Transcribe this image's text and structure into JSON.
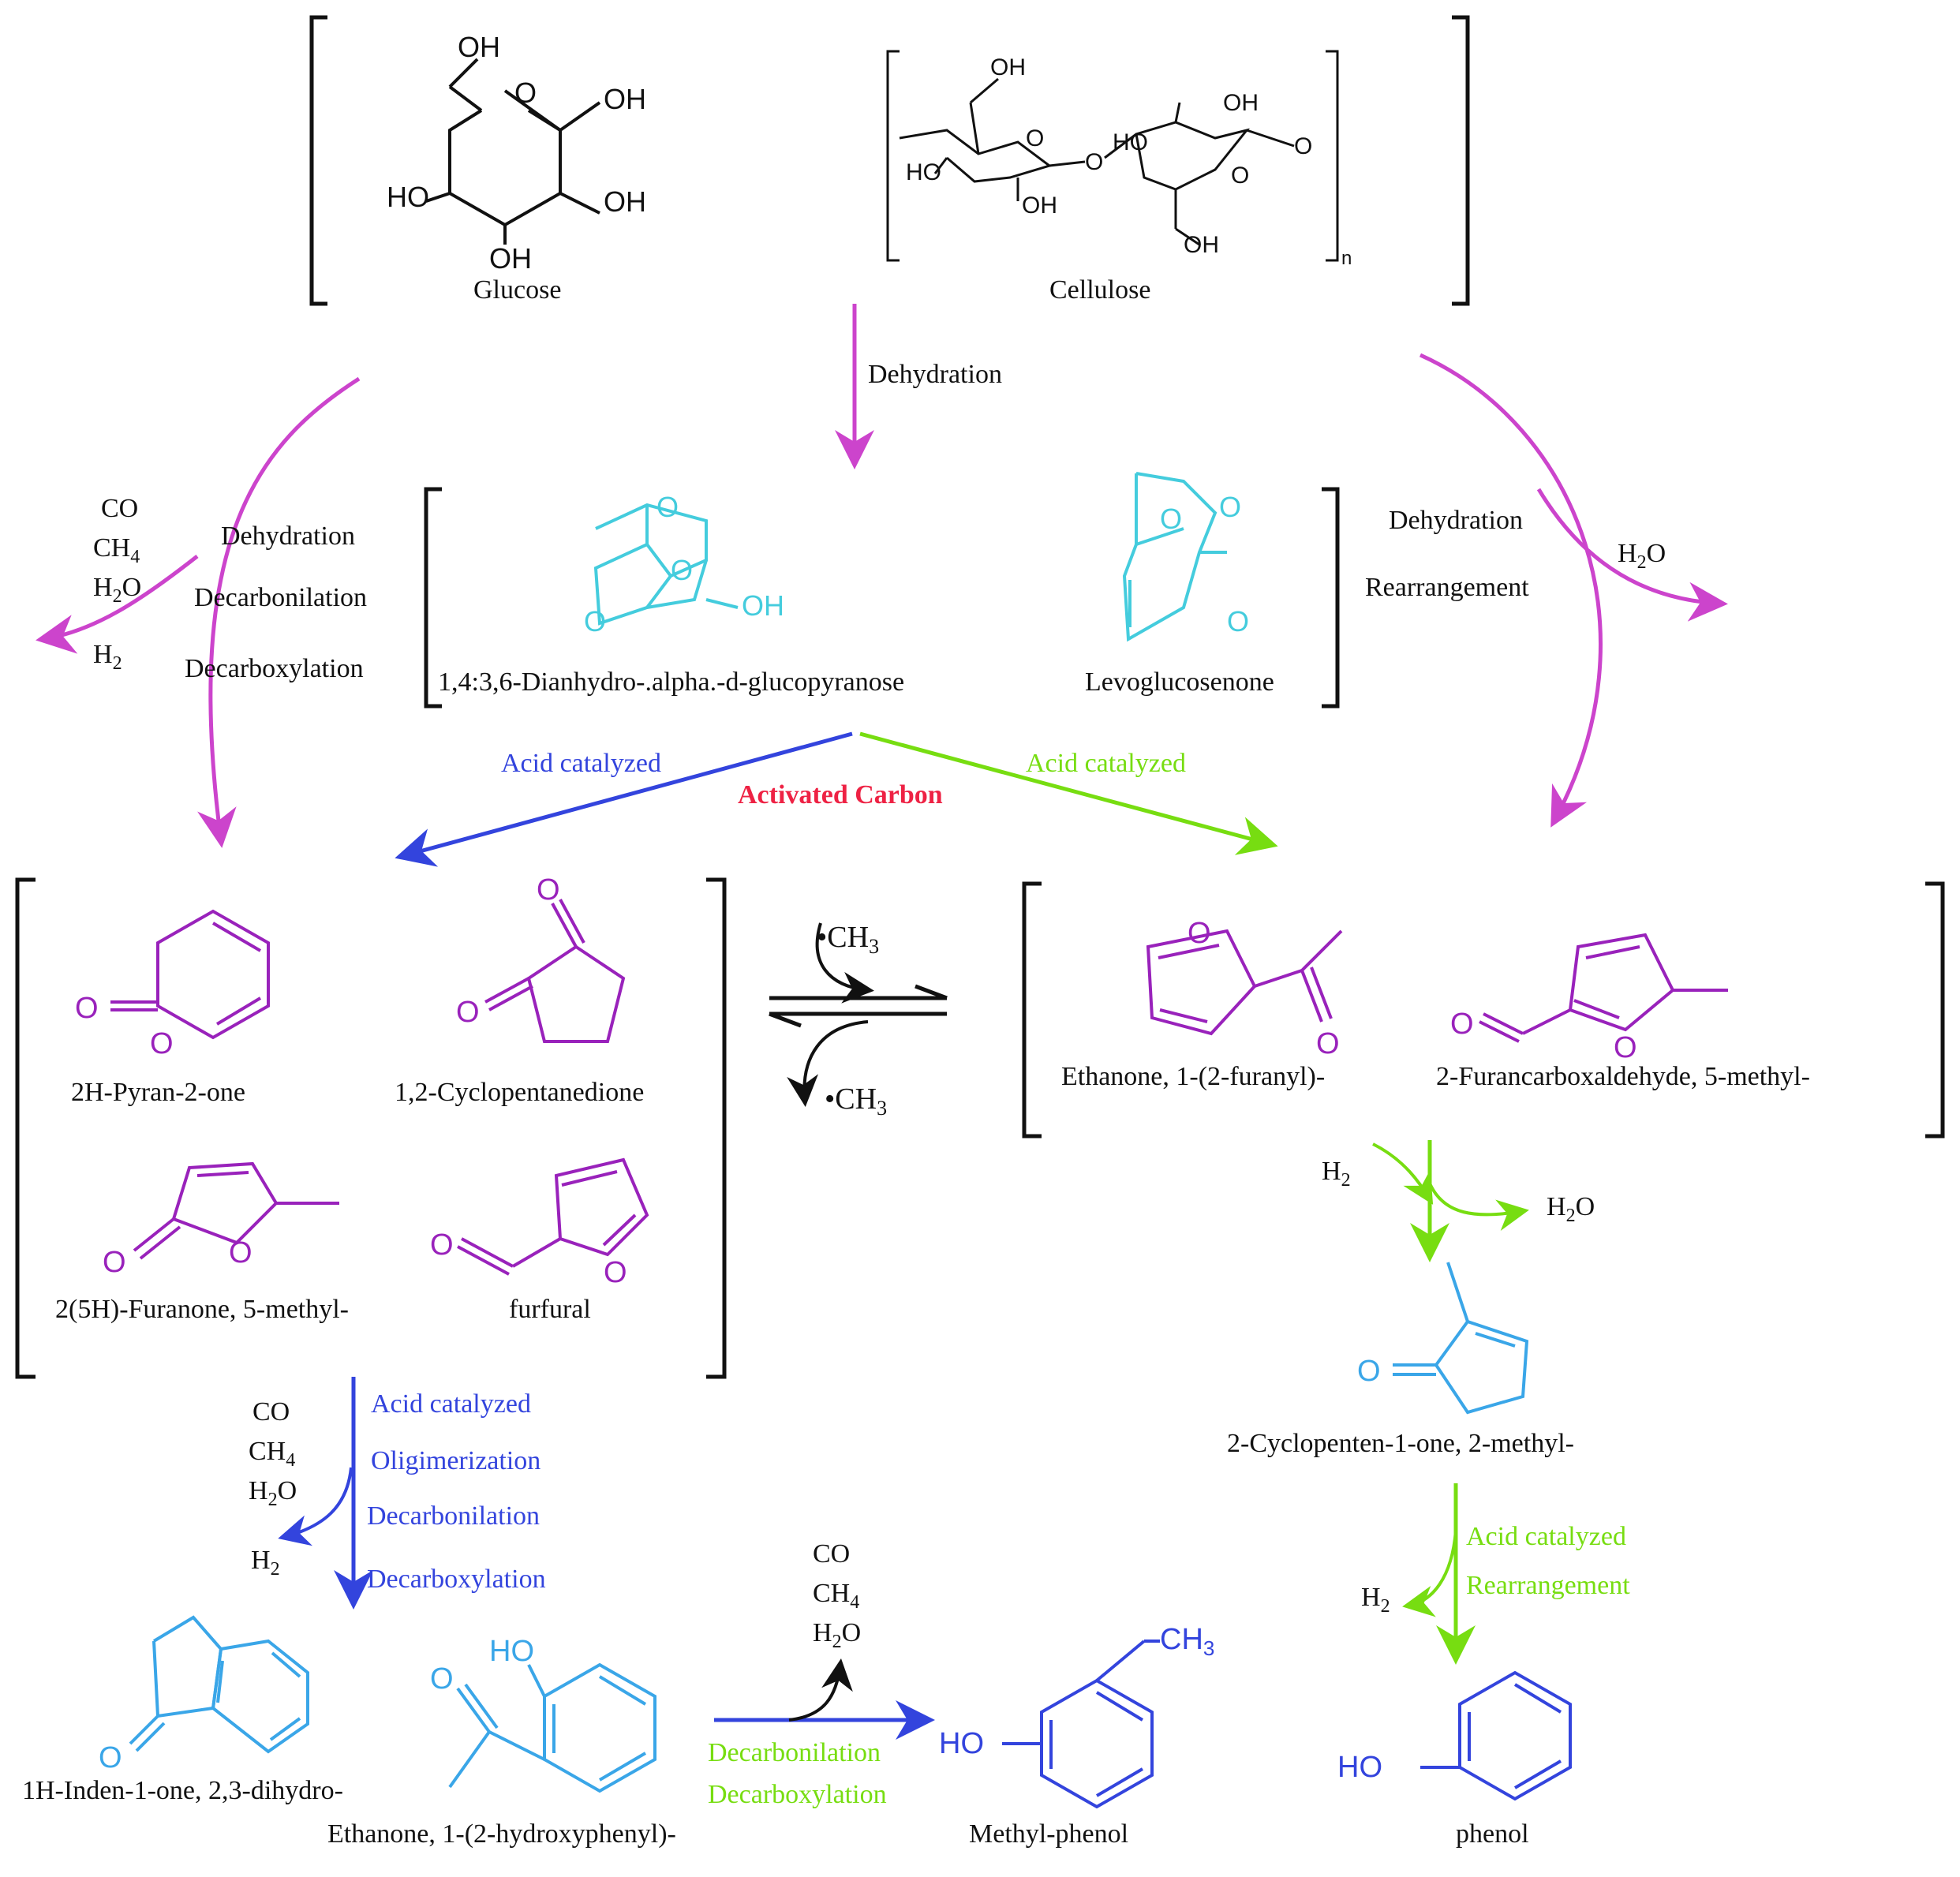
{
  "colors": {
    "black": "#111111",
    "magenta": "#cc44cc",
    "purple": "#9922bb",
    "cyan": "#44ccdd",
    "sky": "#3aa6e8",
    "blue": "#3344dd",
    "green": "#77dd11",
    "red": "#ee2244"
  },
  "top": {
    "glucose_label": "Glucose",
    "cellulose_label": "Cellulose",
    "glucose_atoms": {
      "oh_top": "OH",
      "o_ring": "O",
      "oh_right_top": "OH",
      "ho_left": "HO",
      "oh_right_bottom": "OH",
      "oh_bottom": "OH"
    },
    "cellulose_atoms": {
      "oh1": "OH",
      "o1": "O",
      "ho1": "HO",
      "oh2": "OH",
      "o_link": "O",
      "ho2": "HO",
      "oh3": "OH",
      "o2": "O",
      "o_end": "O",
      "oh4": "OH",
      "n": "n"
    }
  },
  "dehydration_center": "Dehydration",
  "left_path": {
    "steps": [
      "Dehydration",
      "Decarbonilation",
      "Decarboxylation"
    ],
    "byproducts": [
      "CO",
      "CH",
      "H",
      "H"
    ],
    "subscripts": [
      "4",
      "2",
      "2"
    ],
    "byproduct_o": "O"
  },
  "right_path": {
    "steps": [
      "Dehydration",
      "Rearrangement"
    ],
    "byproduct": "H",
    "byproduct_sub": "2",
    "byproduct_o": "O"
  },
  "intermediates": {
    "dianhydro_label": "1,4:3,6-Dianhydro-.alpha.-d-glucopyranose",
    "levo_label": "Levoglucosenone",
    "dianhydro_atoms": [
      "O",
      "O",
      "O",
      "OH"
    ],
    "levo_atoms": [
      "O",
      "O",
      "O"
    ]
  },
  "catalysis": {
    "left_label": "Acid catalyzed",
    "right_label": "Acid catalyzed",
    "center_label": "Activated Carbon"
  },
  "left_box": {
    "items": [
      "2H-Pyran-2-one",
      "1,2-Cyclopentanedione",
      "2(5H)-Furanone, 5-methyl-",
      "furfural"
    ],
    "atoms": [
      "O",
      "O",
      "O",
      "O",
      "O",
      "O",
      "O",
      "O"
    ]
  },
  "exchange": {
    "methyl_top": "•CH",
    "methyl_bottom": "•CH",
    "sub": "3"
  },
  "right_box": {
    "items": [
      "Ethanone, 1-(2-furanyl)-",
      "2-Furancarboxaldehyde, 5-methyl-"
    ],
    "atoms": [
      "O",
      "O",
      "O",
      "O"
    ]
  },
  "green_step1": {
    "h2": "H",
    "h2_sub": "2",
    "h2o": "H",
    "h2o_sub": "2",
    "h2o_o": "O"
  },
  "cyclopentenone": {
    "label": "2-Cyclopenten-1-one, 2-methyl-",
    "atom": "O"
  },
  "green_step2": {
    "steps": [
      "Acid catalyzed",
      "Rearrangement"
    ],
    "h2": "H",
    "h2_sub": "2"
  },
  "phenol": {
    "label": "phenol",
    "atom": "HO"
  },
  "blue_step": {
    "steps": [
      "Acid catalyzed",
      "Oligimerization",
      "Decarbonilation",
      "Decarboxylation"
    ],
    "byproducts": [
      "CO",
      "CH",
      "H",
      "H"
    ],
    "subscripts": [
      "4",
      "2",
      "2"
    ],
    "byproduct_o": "O"
  },
  "bottom": {
    "indanone_label": "1H-Inden-1-one, 2,3-dihydro-",
    "indanone_atom": "O",
    "hydroxyacetophenone_label": "Ethanone, 1-(2-hydroxyphenyl)-",
    "hydroxyacetophenone_atoms": [
      "HO",
      "O"
    ],
    "arrow_byproducts": [
      "CO",
      "CH",
      "H"
    ],
    "arrow_subscripts": [
      "4",
      "2"
    ],
    "arrow_byproduct_o": "O",
    "arrow_steps": [
      "Decarbonilation",
      "Decarboxylation"
    ],
    "methylphenol_label": "Methyl-phenol",
    "methylphenol_atoms": {
      "ch": "CH",
      "sub": "3",
      "ho": "HO"
    }
  }
}
